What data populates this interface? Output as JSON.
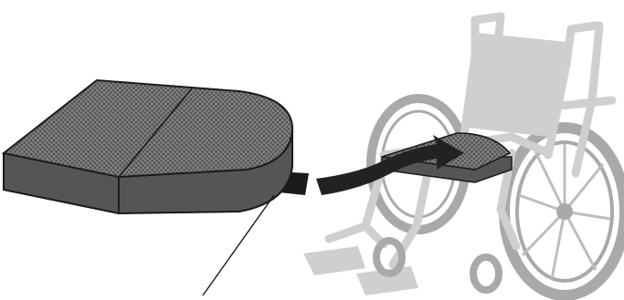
{
  "colors": {
    "background": "#ffffff",
    "cushion_top": "#7a7a7a",
    "cushion_side": "#555555",
    "cushion_dots": "#2e2e2e",
    "outline": "#1a1a1a",
    "wheelchair_frame": "#cfcfcf",
    "wheelchair_wheel": "#a9a9a9",
    "wheelchair_spokes": "#bdbdbd",
    "arrow": "#222222"
  },
  "icons": {
    "cushion": "seat-cushion-illustration",
    "strap": "fastening-strap",
    "arrow": "curved-placement-arrow",
    "wheelchair": "wheelchair-illustration",
    "leader": "callout-leader-line"
  }
}
